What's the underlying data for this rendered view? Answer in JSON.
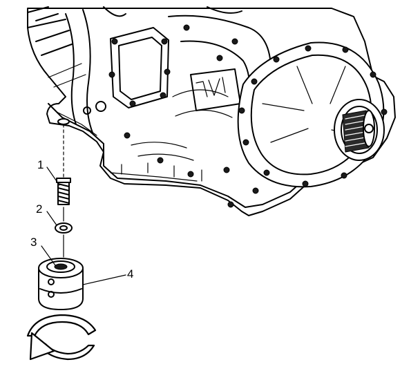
{
  "callouts": [
    {
      "id": "bolt",
      "label": "1"
    },
    {
      "id": "washer",
      "label": "2"
    },
    {
      "id": "filter-inner",
      "label": "3"
    },
    {
      "id": "filter",
      "label": "4"
    }
  ],
  "colors": {
    "ink": "#000000",
    "paper": "#ffffff"
  },
  "icons": {
    "rotation": "counterclockwise-rotation-arrow-icon"
  }
}
